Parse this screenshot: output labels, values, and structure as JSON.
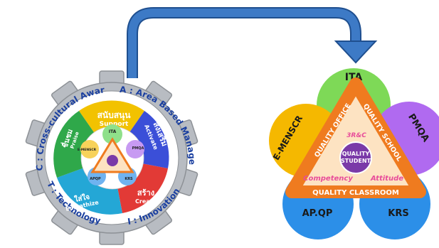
{
  "gear": {
    "ring_labels": {
      "top_right": "A : Area Based Management",
      "top_left": "C : Cross-cultural Awareness",
      "bottom_left": "T : Technology",
      "bottom_right": "I : Innovation"
    },
    "segments": {
      "support_th": "สนับสนุน",
      "support_en": "Support",
      "activate_th": "ส่งเสริม",
      "activate_en": "Activate",
      "create_th": "สร้าง",
      "create_en": "Create",
      "empathize_th": "ใส่ใจ",
      "empathize_en": "Empathize",
      "praise_th": "ชื่นชม",
      "praise_en": "Praise"
    },
    "inner": {
      "ita": "ITA",
      "pmqa": "PMQA",
      "apqp": "APQP",
      "krs": "KRS",
      "emenscr": "E-MENSCR"
    }
  },
  "quality": {
    "circles": {
      "ita": "ITA",
      "pmqa": "PMQA",
      "krs": "KRS",
      "apqp": "AP.QP",
      "emenscr": "E-MENSCR"
    },
    "triangle": {
      "left_side": "QUALITY OFFICE",
      "right_side": "QUALITY SCHOOL",
      "bottom_side": "QUALITY CLASSROOM",
      "center_top": "3R&C",
      "center_line1": "QUALITY",
      "center_line2": "STUDENT",
      "competency": "Competency",
      "attitude": "Attitude"
    }
  },
  "colors": {
    "gear": "#b8bcc2",
    "arrow": "#3d7ac6",
    "ring": "#ffffff",
    "ita_green": "#7ed957",
    "pmqa_purple": "#b06af0",
    "krs_blue": "#2c8fe8",
    "apqp_blue": "#2c8fe8",
    "emenscr_yellow": "#f5b800",
    "triangle_orange": "#ef7b1f",
    "triangle_fill": "#fde3c2",
    "center_purple": "#7a3aa8"
  }
}
